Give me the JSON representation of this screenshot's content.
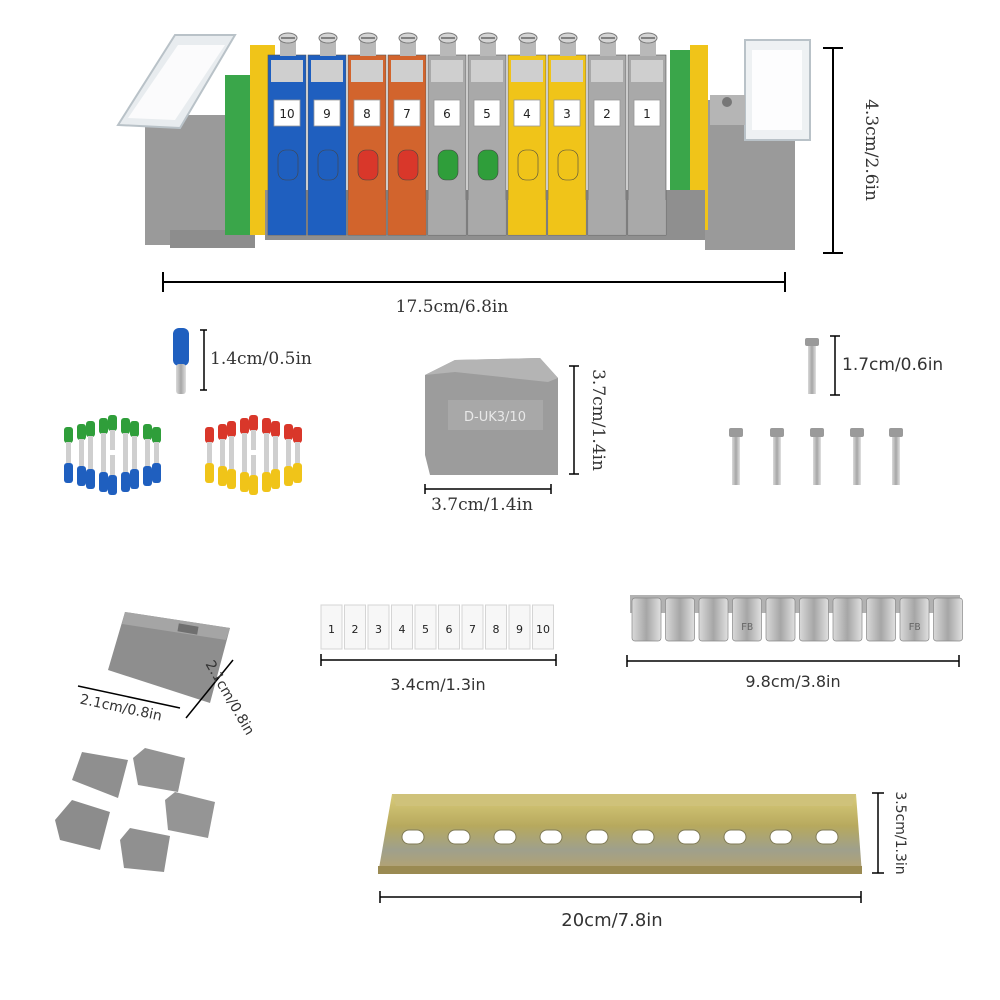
{
  "terminal_block": {
    "numbers": [
      "10",
      "9",
      "8",
      "7",
      "6",
      "5",
      "4",
      "3",
      "2",
      "1"
    ],
    "width_label": "17.5cm/6.8in",
    "height_label": "4.3cm/2.6in"
  },
  "ferrule": {
    "length_label": "1.4cm/0.5in"
  },
  "end_plate": {
    "marking": "D-UK3/10",
    "height_label": "3.7cm/1.4in",
    "width_label": "3.7cm/1.4in"
  },
  "screw": {
    "length_label": "1.7cm/0.6in"
  },
  "end_cover": {
    "width_label": "2.1cm/0.8in",
    "height_label": "2.1cm/0.8in"
  },
  "marker_strip": {
    "numbers": [
      "1",
      "2",
      "3",
      "4",
      "5",
      "6",
      "7",
      "8",
      "9",
      "10"
    ],
    "length_label": "3.4cm/1.3in"
  },
  "jumper_bar": {
    "marking": "FB",
    "length_label": "9.8cm/3.8in"
  },
  "din_rail": {
    "length_label": "20cm/7.8in",
    "height_label": "3.5cm/1.3in"
  },
  "colors": {
    "blue": "#1f5fbf",
    "orange": "#d2642d",
    "grey": "#a9a9a9",
    "yellow": "#f0c419",
    "green": "#2f9e3a",
    "red": "#d9372a"
  }
}
